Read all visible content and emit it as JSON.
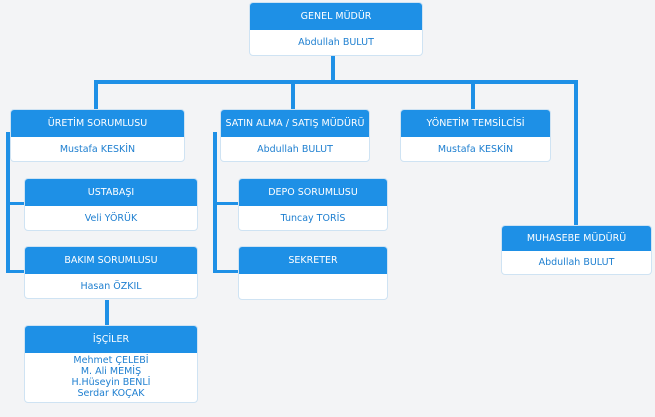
{
  "colors": {
    "accent": "#1e90e6",
    "name_text": "#1e7fd0",
    "background": "#f3f4f6"
  },
  "nodes": {
    "genel_mudur": {
      "title": "GENEL MÜDÜR",
      "names": [
        "Abdullah BULUT"
      ]
    },
    "uretim": {
      "title": "ÜRETİM SORUMLUSU",
      "names": [
        "Mustafa KESKİN"
      ]
    },
    "satin_alma": {
      "title": "SATIN ALMA / SATIŞ MÜDÜRÜ",
      "names": [
        "Abdullah BULUT"
      ]
    },
    "yonetim": {
      "title": "YÖNETİM TEMSİLCİSİ",
      "names": [
        "Mustafa KESKİN"
      ]
    },
    "ustabasi": {
      "title": "USTABAŞI",
      "names": [
        "Veli YÖRÜK"
      ]
    },
    "depo": {
      "title": "DEPO SORUMLUSU",
      "names": [
        "Tuncay TORİS"
      ]
    },
    "muhasebe": {
      "title": "MUHASEBE MÜDÜRÜ",
      "names": [
        "Abdullah BULUT"
      ]
    },
    "bakim": {
      "title": "BAKIM SORUMLUSU",
      "names": [
        "Hasan ÖZKIL"
      ]
    },
    "sekreter": {
      "title": "SEKRETER",
      "names": []
    },
    "isciler": {
      "title": "İŞÇİLER",
      "names": [
        "Mehmet ÇELEBİ",
        "M. Ali MEMİŞ",
        "H.Hüseyin BENLİ",
        "Serdar KOÇAK"
      ]
    }
  }
}
